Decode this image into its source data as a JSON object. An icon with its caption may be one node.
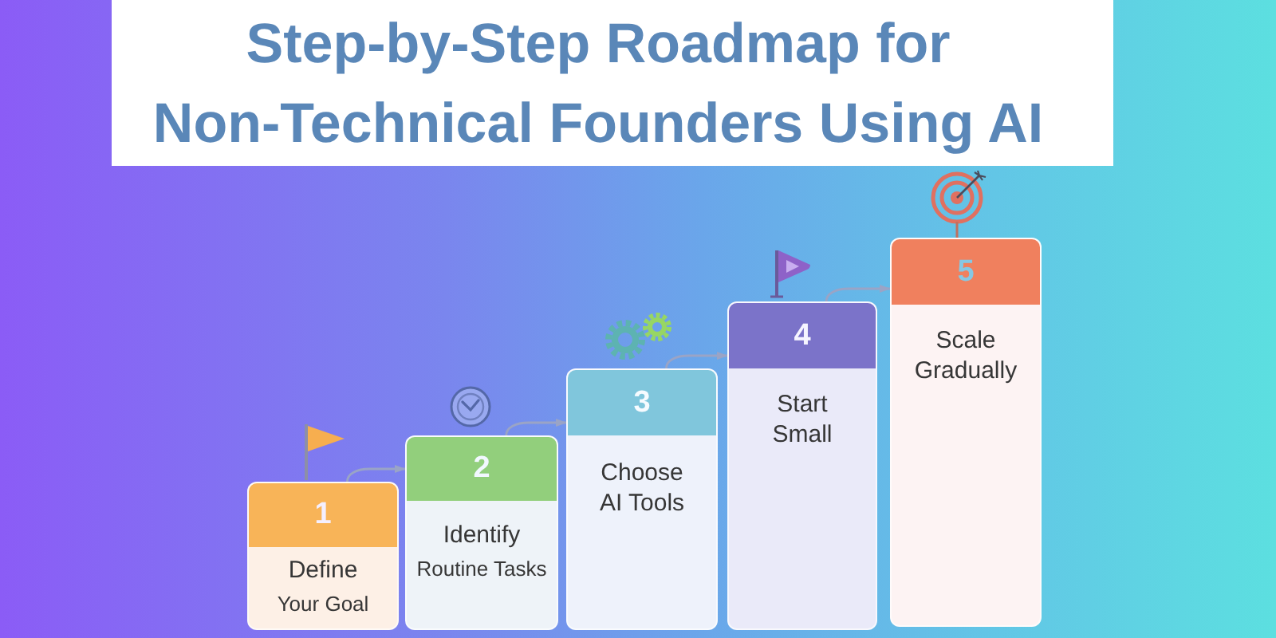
{
  "diagram": {
    "title": "Step-by-Step Roadmap for Non-Technical Founders Using AI",
    "nodes": [
      {
        "text": [
          "1",
          "Define",
          "Your Goal"
        ]
      },
      {
        "text": [
          "2",
          "Identify",
          "Routine Tasks"
        ]
      },
      {
        "text": [
          "3",
          "Choose AI Tools"
        ]
      },
      {
        "text": [
          "4",
          "Start Small"
        ]
      },
      {
        "text": [
          "5",
          "Scale Gradually"
        ]
      }
    ],
    "edges": [
      {
        "from": 0,
        "to": 1,
        "arrow": "to"
      },
      {
        "from": 1,
        "to": 2,
        "arrow": "to"
      },
      {
        "from": 2,
        "to": 3,
        "arrow": "to"
      },
      {
        "from": 3,
        "to": 4,
        "arrow": "to"
      }
    ]
  }
}
